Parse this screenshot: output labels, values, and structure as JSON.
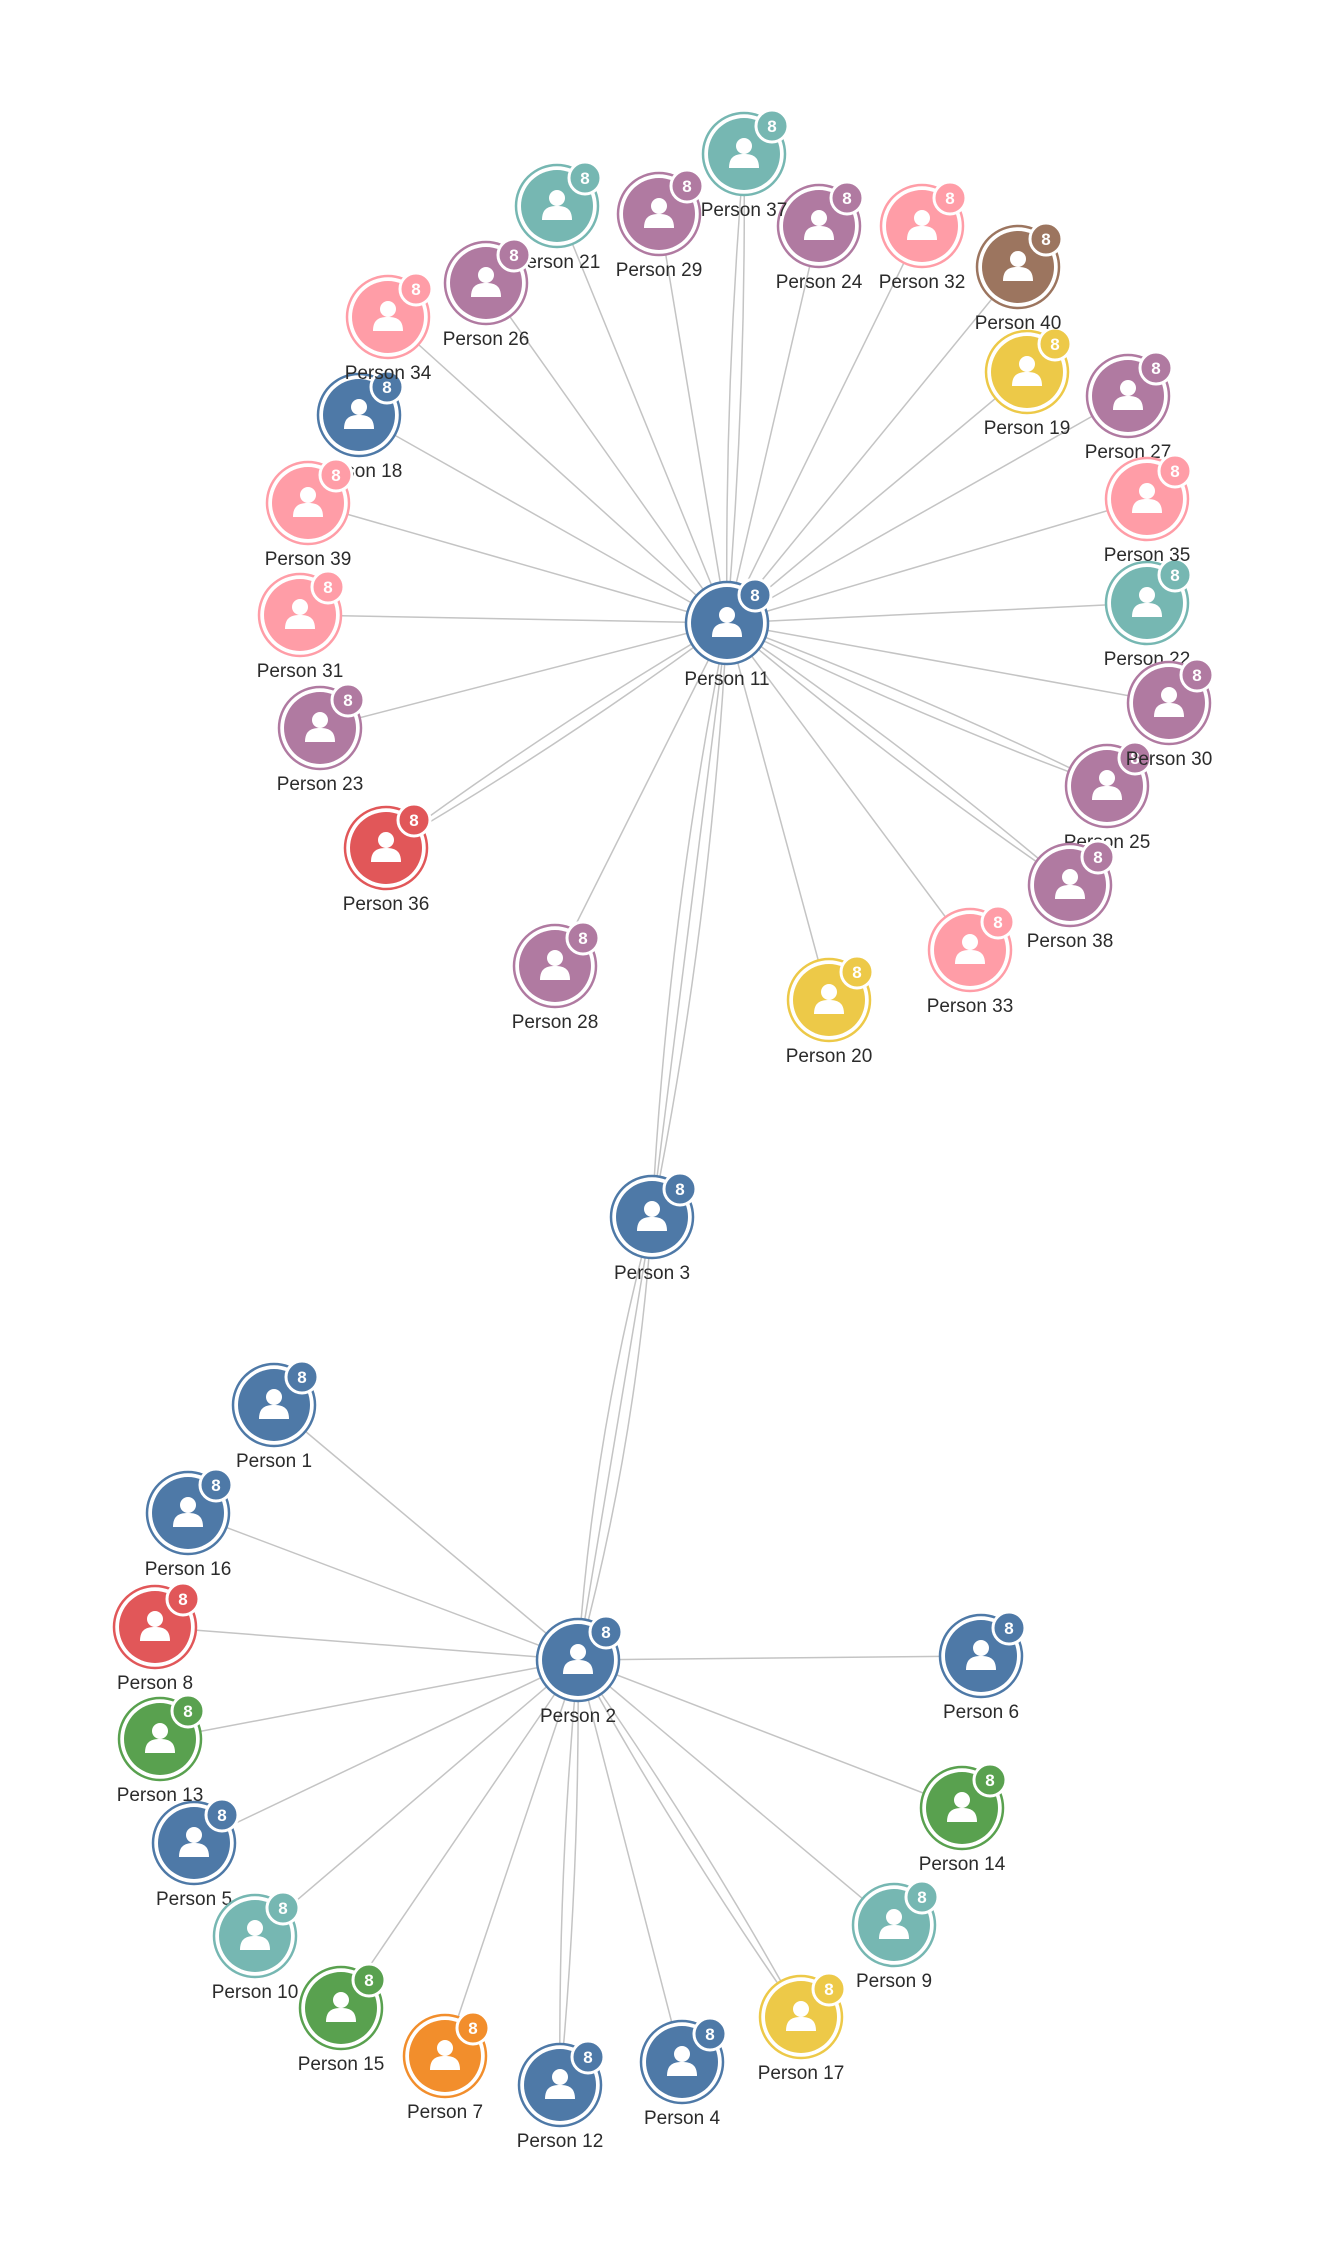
{
  "palette": {
    "blue": "#4e79a7",
    "teal": "#76b7b2",
    "purple": "#b07aa1",
    "pink": "#ff9da7",
    "brown": "#9c755f",
    "yellow": "#edc948",
    "red": "#e15759",
    "green": "#59a14f",
    "orange": "#f28e2c",
    "edge": "#c4c4c4",
    "label": "#2b2b2b"
  },
  "node_icon": "person-icon",
  "nodes": [
    {
      "id": "p1",
      "label": "Person 1",
      "badge": "8",
      "color": "blue"
    },
    {
      "id": "p2",
      "label": "Person 2",
      "badge": "8",
      "color": "blue"
    },
    {
      "id": "p3",
      "label": "Person 3",
      "badge": "8",
      "color": "blue"
    },
    {
      "id": "p4",
      "label": "Person 4",
      "badge": "8",
      "color": "blue"
    },
    {
      "id": "p5",
      "label": "Person 5",
      "badge": "8",
      "color": "blue"
    },
    {
      "id": "p6",
      "label": "Person 6",
      "badge": "8",
      "color": "blue"
    },
    {
      "id": "p7",
      "label": "Person 7",
      "badge": "8",
      "color": "orange"
    },
    {
      "id": "p8",
      "label": "Person 8",
      "badge": "8",
      "color": "red"
    },
    {
      "id": "p9",
      "label": "Person 9",
      "badge": "8",
      "color": "teal"
    },
    {
      "id": "p10",
      "label": "Person 10",
      "badge": "8",
      "color": "teal"
    },
    {
      "id": "p11",
      "label": "Person 11",
      "badge": "8",
      "color": "blue"
    },
    {
      "id": "p12",
      "label": "Person 12",
      "badge": "8",
      "color": "blue"
    },
    {
      "id": "p13",
      "label": "Person 13",
      "badge": "8",
      "color": "green"
    },
    {
      "id": "p14",
      "label": "Person 14",
      "badge": "8",
      "color": "green"
    },
    {
      "id": "p15",
      "label": "Person 15",
      "badge": "8",
      "color": "green"
    },
    {
      "id": "p16",
      "label": "Person 16",
      "badge": "8",
      "color": "blue"
    },
    {
      "id": "p17",
      "label": "Person 17",
      "badge": "8",
      "color": "yellow"
    },
    {
      "id": "p18",
      "label": "Person 18",
      "badge": "8",
      "color": "blue"
    },
    {
      "id": "p19",
      "label": "Person 19",
      "badge": "8",
      "color": "yellow"
    },
    {
      "id": "p20",
      "label": "Person 20",
      "badge": "8",
      "color": "yellow"
    },
    {
      "id": "p21",
      "label": "Person 21",
      "badge": "8",
      "color": "teal"
    },
    {
      "id": "p22",
      "label": "Person 22",
      "badge": "8",
      "color": "teal"
    },
    {
      "id": "p23",
      "label": "Person 23",
      "badge": "8",
      "color": "purple"
    },
    {
      "id": "p24",
      "label": "Person 24",
      "badge": "8",
      "color": "purple"
    },
    {
      "id": "p25",
      "label": "Person 25",
      "badge": "8",
      "color": "purple"
    },
    {
      "id": "p26",
      "label": "Person 26",
      "badge": "8",
      "color": "purple"
    },
    {
      "id": "p27",
      "label": "Person 27",
      "badge": "8",
      "color": "purple"
    },
    {
      "id": "p28",
      "label": "Person 28",
      "badge": "8",
      "color": "purple"
    },
    {
      "id": "p29",
      "label": "Person 29",
      "badge": "8",
      "color": "purple"
    },
    {
      "id": "p30",
      "label": "Person 30",
      "badge": "8",
      "color": "purple"
    },
    {
      "id": "p31",
      "label": "Person 31",
      "badge": "8",
      "color": "pink"
    },
    {
      "id": "p32",
      "label": "Person 32",
      "badge": "8",
      "color": "pink"
    },
    {
      "id": "p33",
      "label": "Person 33",
      "badge": "8",
      "color": "pink"
    },
    {
      "id": "p34",
      "label": "Person 34",
      "badge": "8",
      "color": "pink"
    },
    {
      "id": "p35",
      "label": "Person 35",
      "badge": "8",
      "color": "pink"
    },
    {
      "id": "p36",
      "label": "Person 36",
      "badge": "8",
      "color": "red"
    },
    {
      "id": "p37",
      "label": "Person 37",
      "badge": "8",
      "color": "teal"
    },
    {
      "id": "p38",
      "label": "Person 38",
      "badge": "8",
      "color": "purple"
    },
    {
      "id": "p39",
      "label": "Person 39",
      "badge": "8",
      "color": "pink"
    },
    {
      "id": "p40",
      "label": "Person 40",
      "badge": "8",
      "color": "brown"
    }
  ],
  "edges": [
    {
      "source": "p11",
      "target": "p3",
      "count": 3
    },
    {
      "source": "p3",
      "target": "p2",
      "count": 3
    },
    {
      "source": "p11",
      "target": "p37",
      "count": 2
    },
    {
      "source": "p11",
      "target": "p21",
      "count": 1
    },
    {
      "source": "p11",
      "target": "p29",
      "count": 1
    },
    {
      "source": "p11",
      "target": "p24",
      "count": 1
    },
    {
      "source": "p11",
      "target": "p32",
      "count": 1
    },
    {
      "source": "p11",
      "target": "p40",
      "count": 1
    },
    {
      "source": "p11",
      "target": "p26",
      "count": 1
    },
    {
      "source": "p11",
      "target": "p34",
      "count": 1
    },
    {
      "source": "p11",
      "target": "p19",
      "count": 1
    },
    {
      "source": "p11",
      "target": "p27",
      "count": 1
    },
    {
      "source": "p11",
      "target": "p18",
      "count": 1
    },
    {
      "source": "p11",
      "target": "p35",
      "count": 1
    },
    {
      "source": "p11",
      "target": "p39",
      "count": 1
    },
    {
      "source": "p11",
      "target": "p22",
      "count": 1
    },
    {
      "source": "p11",
      "target": "p31",
      "count": 1
    },
    {
      "source": "p11",
      "target": "p30",
      "count": 1
    },
    {
      "source": "p11",
      "target": "p23",
      "count": 1
    },
    {
      "source": "p11",
      "target": "p25",
      "count": 2
    },
    {
      "source": "p11",
      "target": "p36",
      "count": 2
    },
    {
      "source": "p11",
      "target": "p38",
      "count": 2
    },
    {
      "source": "p11",
      "target": "p28",
      "count": 1
    },
    {
      "source": "p11",
      "target": "p33",
      "count": 1
    },
    {
      "source": "p11",
      "target": "p20",
      "count": 1
    },
    {
      "source": "p2",
      "target": "p1",
      "count": 1
    },
    {
      "source": "p2",
      "target": "p16",
      "count": 1
    },
    {
      "source": "p2",
      "target": "p8",
      "count": 1
    },
    {
      "source": "p2",
      "target": "p6",
      "count": 1
    },
    {
      "source": "p2",
      "target": "p13",
      "count": 1
    },
    {
      "source": "p2",
      "target": "p14",
      "count": 1
    },
    {
      "source": "p2",
      "target": "p5",
      "count": 1
    },
    {
      "source": "p2",
      "target": "p9",
      "count": 1
    },
    {
      "source": "p2",
      "target": "p10",
      "count": 1
    },
    {
      "source": "p2",
      "target": "p15",
      "count": 1
    },
    {
      "source": "p2",
      "target": "p7",
      "count": 1
    },
    {
      "source": "p2",
      "target": "p12",
      "count": 2
    },
    {
      "source": "p2",
      "target": "p4",
      "count": 1
    },
    {
      "source": "p2",
      "target": "p17",
      "count": 2
    }
  ]
}
